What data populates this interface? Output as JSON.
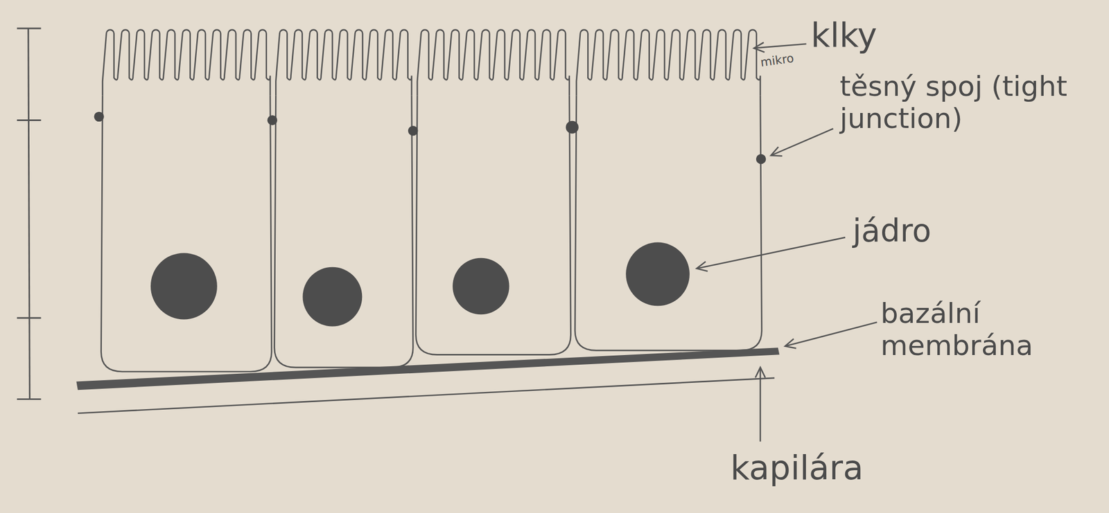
{
  "diagram": {
    "labels": [
      "mikro",
      "klky",
      "těsný spoj (tight junction)",
      "jádro",
      "bazální membrána",
      "kapilára"
    ]
  }
}
